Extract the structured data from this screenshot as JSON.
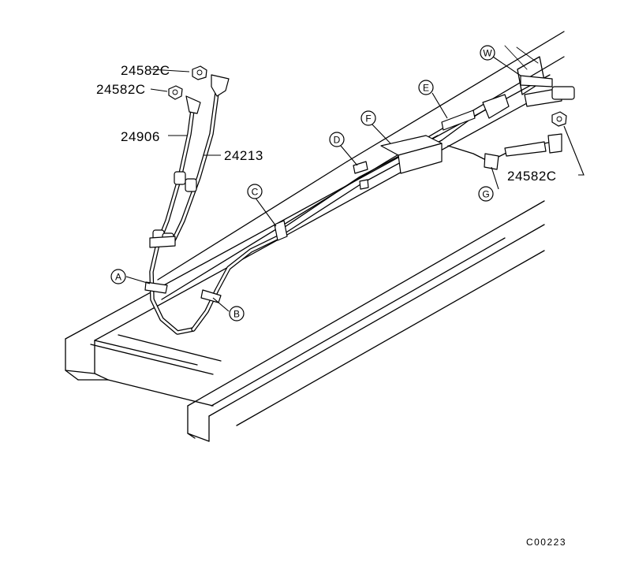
{
  "parts": {
    "nut_upper": "24582C",
    "nut_lower": "24582C",
    "hose_left": "24906",
    "hose_right": "24213",
    "nut_right": "24582C"
  },
  "callouts": {
    "a": "A",
    "b": "B",
    "c": "C",
    "d": "D",
    "e": "E",
    "f": "F",
    "g": "G",
    "w": "W"
  },
  "figure_code": "C00223"
}
